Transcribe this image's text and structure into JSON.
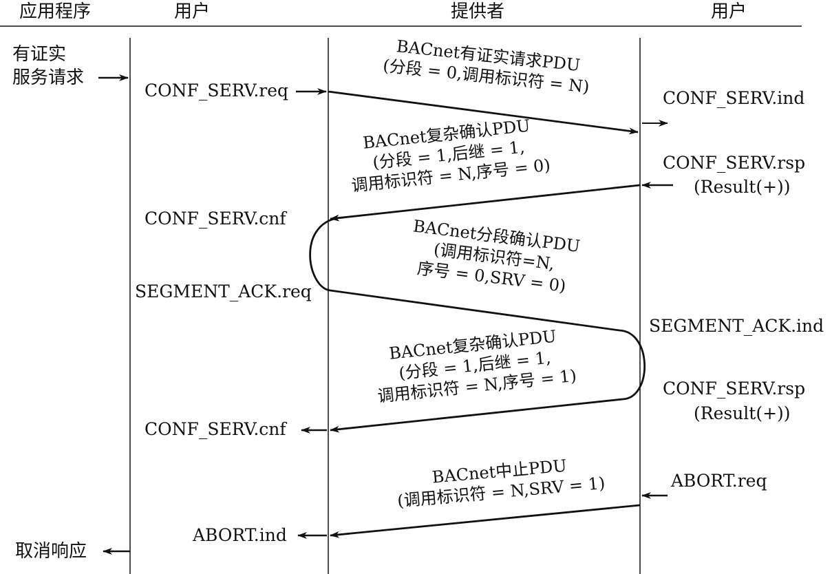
{
  "columns": {
    "app": "应用程序",
    "user_left": "用户",
    "provider": "提供者",
    "user_right": "用户"
  },
  "app_events": {
    "request_line1": "有证实",
    "request_line2": "服务请求",
    "cancel": "取消响应"
  },
  "left_primitives": {
    "conf_req": "CONF_SERV.req",
    "conf_cnf_1": "CONF_SERV.cnf",
    "segment_ack_req": "SEGMENT_ACK.req",
    "conf_cnf_2": "CONF_SERV.cnf",
    "abort_ind": "ABORT.ind"
  },
  "right_primitives": {
    "conf_ind": "CONF_SERV.ind",
    "conf_rsp_1": "CONF_SERV.rsp",
    "result_1": "(Result(+))",
    "segment_ack_ind": "SEGMENT_ACK.ind",
    "conf_rsp_2": "CONF_SERV.rsp",
    "result_2": "(Result(+))",
    "abort_req": "ABORT.req"
  },
  "messages": [
    {
      "lines": [
        "BACnet有证实请求PDU",
        "(分段 = 0,调用标识符 = N)"
      ]
    },
    {
      "lines": [
        "BACnet复杂确认PDU",
        "(分段 = 1,后继 = 1,",
        "调用标识符 = N,序号 = 0)"
      ]
    },
    {
      "lines": [
        "BACnet分段确认PDU",
        "(调用标识符=N,",
        "序号 = 0,SRV = 0)"
      ]
    },
    {
      "lines": [
        "BACnet复杂确认PDU",
        "(分段 = 1,后继 = 1,",
        "调用标识符 = N,序号 = 1)"
      ]
    },
    {
      "lines": [
        "BACnet中止PDU",
        "(调用标识符 = N,SRV = 1)"
      ]
    }
  ],
  "colors": {
    "ink": "#111111",
    "background": "#ffffff"
  }
}
